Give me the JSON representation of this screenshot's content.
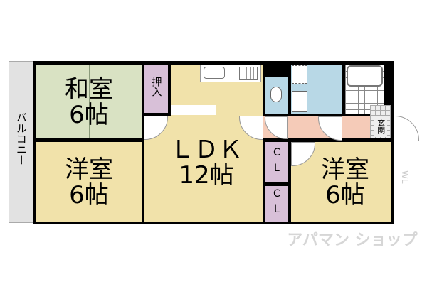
{
  "rooms": {
    "washitsu": {
      "name": "和室",
      "size": "6帖"
    },
    "oshiire": {
      "name": "押入"
    },
    "ldk": {
      "name": "ＬＤＫ",
      "size": "12帖"
    },
    "youshitsu_left": {
      "name": "洋室",
      "size": "6帖"
    },
    "youshitsu_right": {
      "name": "洋室",
      "size": "6帖"
    },
    "closet1": {
      "name": "CL"
    },
    "closet2": {
      "name": "CL"
    },
    "genkan": {
      "name": "玄関"
    },
    "balcony": {
      "name": "バルコニー"
    }
  },
  "watermark": {
    "text": "アパマン ショップ",
    "mark": "WL"
  },
  "colors": {
    "washitsu": "#d9e2c3",
    "youshitsu": "#f1e2aa",
    "storage": "#d8c0d8",
    "water": "#b8d8e6",
    "hall": "#f5cbb8",
    "balcony": "#e2e2e2",
    "wall": "#000000"
  }
}
